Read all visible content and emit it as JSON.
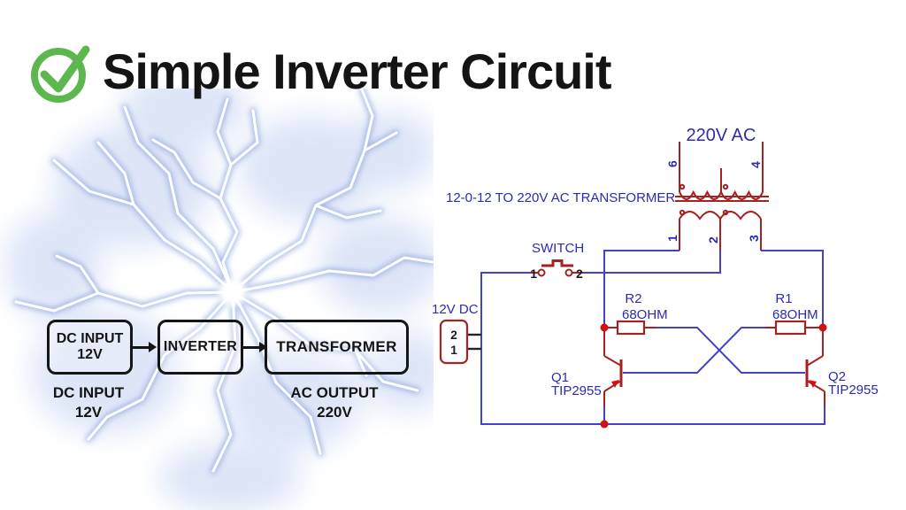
{
  "header": {
    "title": "Simple Inverter Circuit"
  },
  "block_diagram": {
    "box1": {
      "line1": "DC INPUT",
      "line2": "12V"
    },
    "box2": {
      "label": "INVERTER"
    },
    "box3": {
      "label": "TRANSFORMER"
    },
    "input_caption": {
      "line1": "DC INPUT",
      "line2": "12V"
    },
    "output_caption": {
      "line1": "AC OUTPUT",
      "line2": "220V"
    }
  },
  "schematic": {
    "ac_output_label": "220V AC",
    "transformer_caption": "12-0-12 TO 220V AC TRANSFORMER",
    "transformer_pins": {
      "p6": "6",
      "p4": "4",
      "p1": "1",
      "p2": "2",
      "p3": "3"
    },
    "switch": {
      "label": "SWITCH",
      "pin1": "1",
      "pin2": "2"
    },
    "supply": {
      "label": "12V DC",
      "pin_top": "2",
      "pin_bottom": "1"
    },
    "r2": {
      "ref": "R2",
      "value": "68OHM"
    },
    "r1": {
      "ref": "R1",
      "value": "68OHM"
    },
    "q1": {
      "ref": "Q1",
      "part": "TIP2955"
    },
    "q2": {
      "ref": "Q2",
      "part": "TIP2955"
    }
  },
  "colors": {
    "wire_blue": "#4242cb",
    "label_blue": "#2b2bb0",
    "component_red": "#a32323",
    "junction_red": "#d40f0f",
    "check_green": "#5cb84e",
    "title_black": "#141414",
    "lightning_glow": "#a9bde8"
  }
}
